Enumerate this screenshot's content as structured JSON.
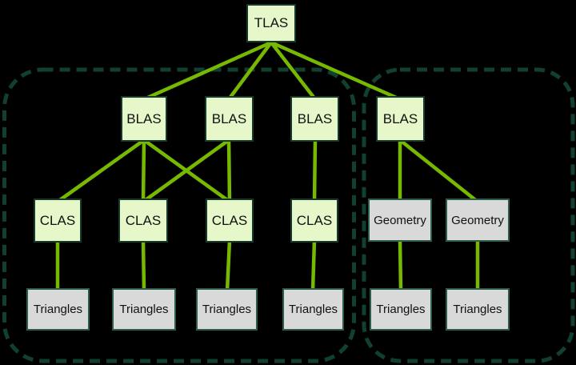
{
  "diagram": {
    "nodes": {
      "tlas": {
        "label": "TLAS"
      },
      "blas": [
        {
          "label": "BLAS"
        },
        {
          "label": "BLAS"
        },
        {
          "label": "BLAS"
        },
        {
          "label": "BLAS"
        }
      ],
      "clas": [
        {
          "label": "CLAS"
        },
        {
          "label": "CLAS"
        },
        {
          "label": "CLAS"
        },
        {
          "label": "CLAS"
        }
      ],
      "geometry": [
        {
          "label": "Geometry"
        },
        {
          "label": "Geometry"
        }
      ],
      "triangles": [
        {
          "label": "Triangles"
        },
        {
          "label": "Triangles"
        },
        {
          "label": "Triangles"
        },
        {
          "label": "Triangles"
        },
        {
          "label": "Triangles"
        },
        {
          "label": "Triangles"
        }
      ]
    },
    "colors": {
      "background": "#000000",
      "edge_green": "#76b900",
      "node_fill_green": "#e6f8c9",
      "node_border_green": "#15392b",
      "node_fill_gray": "#d9d9d9",
      "node_border_gray": "#2c5c4b",
      "group_outline_dash": "#11402e",
      "text": "#111111"
    }
  }
}
